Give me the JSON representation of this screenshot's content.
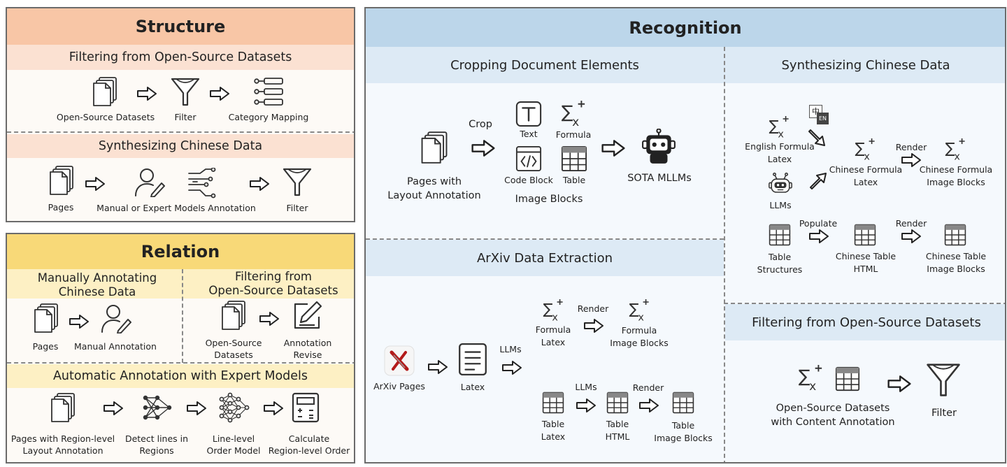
{
  "structure": {
    "title": "Structure",
    "filtering": {
      "header": "Filtering from Open-Source Datasets",
      "labels": [
        "Open-Source Datasets",
        "Filter",
        "Category Mapping"
      ]
    },
    "synth": {
      "header": "Synthesizing Chinese Data",
      "labels": [
        "Pages",
        "Manual or Expert Models Annotation",
        "Filter"
      ]
    }
  },
  "relation": {
    "title": "Relation",
    "manual": {
      "header_l1": "Manually Annotating",
      "header_l2": "Chinese Data",
      "labels": [
        "Pages",
        "Manual Annotation"
      ]
    },
    "filtering": {
      "header_l1": "Filtering from",
      "header_l2": "Open-Source Datasets",
      "labels": [
        "Open-Source",
        "Datasets",
        "Annotation",
        "Revise"
      ]
    },
    "auto": {
      "header": "Automatic Annotation with Expert Models",
      "labels": [
        "Pages with Region-level",
        "Layout Annotation",
        "Detect lines in",
        "Regions",
        "Line-level",
        "Order Model",
        "Calculate",
        "Region-level Order"
      ]
    }
  },
  "recognition": {
    "title": "Recognition",
    "cropping": {
      "header": "Cropping Document Elements",
      "crop": "Crop",
      "pages_l1": "Pages with",
      "pages_l2": "Layout Annotation",
      "text": "Text",
      "formula": "Formula",
      "code_block": "Code Block",
      "table": "Table",
      "image_blocks": "Image Blocks",
      "sota": "SOTA MLLMs"
    },
    "arxiv": {
      "header": "ArXiv Data Extraction",
      "arxiv_pages": "ArXiv Pages",
      "latex": "Latex",
      "llms": "LLMs",
      "render": "Render",
      "formula_latex_l1": "Formula",
      "formula_latex_l2": "Latex",
      "formula_img_l1": "Formula",
      "formula_img_l2": "Image Blocks",
      "table_latex_l1": "Table",
      "table_latex_l2": "Latex",
      "table_html_l1": "Table",
      "table_html_l2": "HTML",
      "table_img_l1": "Table",
      "table_img_l2": "Image Blocks"
    },
    "synth": {
      "header": "Synthesizing Chinese Data",
      "eng_formula_l1": "English Formula",
      "eng_formula_l2": "Latex",
      "llms": "LLMs",
      "cn_formula_l1": "Chinese Formula",
      "cn_formula_l2": "Latex",
      "render": "Render",
      "cn_formula_img_l1": "Chinese Formula",
      "cn_formula_img_l2": "Image Blocks",
      "table_struct_l1": "Table",
      "table_struct_l2": "Structures",
      "populate": "Populate",
      "cn_table_html_l1": "Chinese Table",
      "cn_table_html_l2": "HTML",
      "cn_table_img_l1": "Chinese Table",
      "cn_table_img_l2": "Image Blocks",
      "translate_zh": "中",
      "translate_en": "EN"
    },
    "filtering": {
      "header": "Filtering from Open-Source Datasets",
      "datasets_l1": "Open-Source Datasets",
      "datasets_l2": "with Content Annotation",
      "filter": "Filter"
    }
  },
  "colors": {
    "structure_title": "#f8c6a6",
    "structure_sub": "#fbe1d2",
    "relation_title": "#f8d978",
    "relation_sub": "#fdf0c4",
    "recognition_title": "#bcd6ea",
    "recognition_sub": "#ddeaf5"
  }
}
